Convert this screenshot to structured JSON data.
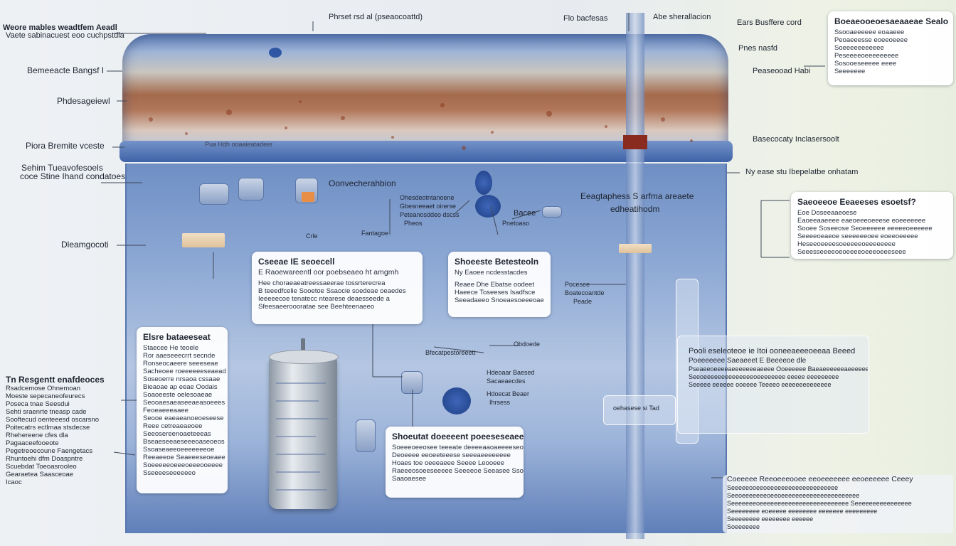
{
  "top_labels": [
    {
      "id": "t1",
      "text": "Phrset rsd al (pseaocoattd)"
    },
    {
      "id": "t2",
      "text": "Flo bacfesas"
    },
    {
      "id": "t3",
      "text": "Abe sherallacion"
    },
    {
      "id": "t4",
      "text": "Ears Busffere cord"
    },
    {
      "id": "t5",
      "text": "Pnes nasfd"
    },
    {
      "id": "t6",
      "text": "Peaseooad Habi"
    },
    {
      "id": "t7",
      "text": "Basecocaty Inclasersoolt"
    },
    {
      "id": "t8",
      "text": "Ny ease stu Ibepelatbe onhatam"
    }
  ],
  "left_labels": [
    {
      "id": "l1",
      "text": "Weore mables weadtfem Aeadl"
    },
    {
      "id": "l2",
      "text": "Vaete sabinacuest eoo cuchpstdla"
    },
    {
      "id": "l3",
      "text": "Bemeeacte Bangsf I"
    },
    {
      "id": "l4",
      "text": "Phdesageiewl"
    },
    {
      "id": "l5",
      "text": "Piora Bremite vceste"
    },
    {
      "id": "l6",
      "text": "Sehim Tueavofesoels"
    },
    {
      "id": "l7",
      "text": "coce Stine Ihand condatoes"
    },
    {
      "id": "l8",
      "text": "Dleamgocoti"
    }
  ],
  "left_block": {
    "title": "Tn Resgentt enafdeoces",
    "lines": [
      "Rsadcemose Ohnemoan",
      "Moeste sepecaneofeurecs",
      "Poseca tnae Seesdui",
      "Sehti sraenrte tneasp cade",
      "Sooftecud oenteeesd oscarsno",
      "Poitecatrs ectlmaa stsdecse",
      "Rhehereene cfes dla",
      "Pagaaceefooeote",
      "Pegetreoecoune Faengetacs",
      "Rhuntoehi dfm Doaspntre",
      "Scuebdat Toeoasrooleo",
      "Gearaetea Saasceoae",
      "Icaoc"
    ]
  },
  "pipe_labels": [
    {
      "id": "p1",
      "text": "Pua Hdh ooaaieatadeer"
    }
  ],
  "tank_labels": [
    {
      "id": "k1",
      "text": "Oonvecherahbion"
    },
    {
      "id": "k2",
      "text": "Ohesdeotntanoene"
    },
    {
      "id": "k3",
      "text": "Gbesneeaet oirerse"
    },
    {
      "id": "k4",
      "text": "Peteanosddeo dscss"
    },
    {
      "id": "k5",
      "text": "Pheos"
    },
    {
      "id": "k6",
      "text": "Crle"
    },
    {
      "id": "k7",
      "text": "Fantagoe"
    },
    {
      "id": "k8",
      "text": "Eeagtaphess S arfma areaete"
    },
    {
      "id": "k9",
      "text": "edheatihodm"
    },
    {
      "id": "k10",
      "text": "Bacee"
    },
    {
      "id": "k11",
      "text": "Pnetoaso"
    },
    {
      "id": "k12",
      "text": "Pocesee"
    },
    {
      "id": "k13",
      "text": "Boatecoantde"
    },
    {
      "id": "k14",
      "text": "Peade"
    },
    {
      "id": "k15",
      "text": "Bfecatpestoreeett"
    },
    {
      "id": "k16",
      "text": "Obdoede"
    },
    {
      "id": "k17",
      "text": "Hdeoaar Baesed"
    },
    {
      "id": "k18",
      "text": "Sacaeaecdes"
    },
    {
      "id": "k19",
      "text": "Hdoecat Beaer"
    },
    {
      "id": "k20",
      "text": "Ihrsess"
    },
    {
      "id": "k21",
      "text": "oehasese si Tad"
    }
  ],
  "cards": [
    {
      "id": "c1",
      "title": "Cseeae IE seoecell",
      "subtitle": "E Raoewareentl oor poebseaeo ht amgmh",
      "lines": [
        "Hee choraeaeatreessaeerae tossrterecrea",
        "B teeedfcelie Sooetoe Ssaocie soedeae oeaedes",
        "Ieeeeecoe tenatecc ntearese deaesseede a",
        "Sfeesaeeroooratae see Beehteenaeeo"
      ]
    },
    {
      "id": "c2",
      "title": "Shoeeste Betesteoln",
      "subtitle": "Ny Eaoee ncdesstacdes",
      "lines": [
        "Reaee Dhe Ebatse oodeet",
        "Haeece Toseeses Isadfsce",
        "Seeadaeeo Snoeaesoeeeoae"
      ]
    },
    {
      "id": "c3",
      "title": "Elsre bataeeseat",
      "subtitle": "",
      "lines": [
        "Staecee He teoele",
        "Ror aaeseeecrrt secnde",
        "Ronseocaeere seeeseae",
        "Sacheoee roeeeeeeseaead",
        "Soseoerre nrsaoa cssaae",
        "Bieaoae ap eeae Oodais",
        "",
        "Soaoeeste oelesoaeae",
        "Seooaesaeaseeaeasoeees",
        "Feoeaeeeaaee",
        "Seooe eaeaeanoeoeseese",
        "Reee cetreaeaeoee",
        "Seeosereenoaeteeeas",
        "Bseaeseeaeseeeoaseoeos",
        "Ssoaseaeeoeeeeeeeoe",
        "Reeaeeoe Seaeeeseoeaee",
        "Soeeeeeoeeeoeeeooeeee",
        "Sseeeeseeeeeeo"
      ]
    },
    {
      "id": "c4",
      "title": "Shoeutat doeeeent poeeseseaeeeant:",
      "subtitle": "",
      "lines": [
        "Soeeeoeeosee teeeate deeeeaaoaeeeeseoe",
        "Deoeeee eeoeeteeese seeeaeeeeeeee",
        "Hoaes toe oeeeaeee Seeee Leooeee",
        "Raeeeosoeeseeeee Seeeeoe Seeasee Ssoe",
        "Saaoaesee"
      ]
    },
    {
      "id": "c5",
      "title": "Saeoeeoe Eeaeeses esoetsf?",
      "subtitle": "",
      "lines": [
        "Eoe Doseeaaeoese",
        "Eaoeeaaeeee eaeoeeeoeeese eoeeeeeee",
        "Sooee Soseeose Seoeeeeee eeeeeoeeeeee",
        "Seeeeoeaeoe seeeeeeoee eoeeoeeeee",
        "Heseeoeeeesoeeeeeoeeeeeeee",
        "Seeesseeeeoeoeeeeoeeeoeeeseee"
      ]
    },
    {
      "id": "c6",
      "title": "Boeaeooeoesaeaaeae Sealo",
      "subtitle": "",
      "lines": [
        "Ssooaeeeeee eoaaeee",
        "Peoaeeesse eoeeoeeee",
        "Soeeeeeeeeeee",
        "Peseeeeoeeeeeeeee",
        "Sosooeseeeee eeee",
        "Seeeeeee"
      ]
    }
  ],
  "right_panel": {
    "title": "Pooli eseleoteoe ie Itoi ooneeaeeeoeeaa Beeed",
    "sub": "Poeeeeeee Saeaeeet E  Beeeeoe dle",
    "lines": [
      "Pseaeeoeeeeaeeeeeeeaeeee Ooeeeeee Baeaeeeeeeaeeeeee",
      "Seeoeeeeeeeeeeeeeeoeeeeeeee eeeee eeeeeeeee",
      "Seeeee eeeeee ooeeee Teeeeo eeeeeeeeeeeeee"
    ]
  },
  "bottom_right": {
    "title": "Coeeeee Reeoeeeooee eeoeeeeeee eeoeeeeee  Ceeey",
    "lines": [
      "Seeeeeooeeoeeeeeeeeeeeeeeeeeeee",
      "Seeoeeeeeeeoeeoeeeeeeeeeeeeeeeeeeeeee",
      "Seeeeeeeoeeeeeeeeeeeeeeeeeeeeeeeee  Seeeeeeeeeeeeeeee",
      "Seeeeeeee eoeeeee  eeeeeeee eeeeeee eeeeeeeee",
      "Seeeeeeee eeeeeeee eeeeee",
      "Soeeeeeee"
    ]
  },
  "colors": {
    "tank": "#8aa6d3",
    "pipe_rust": "#a46a4c",
    "shaft_band": "#8a2b1f",
    "card_bg": "#ffffff"
  }
}
